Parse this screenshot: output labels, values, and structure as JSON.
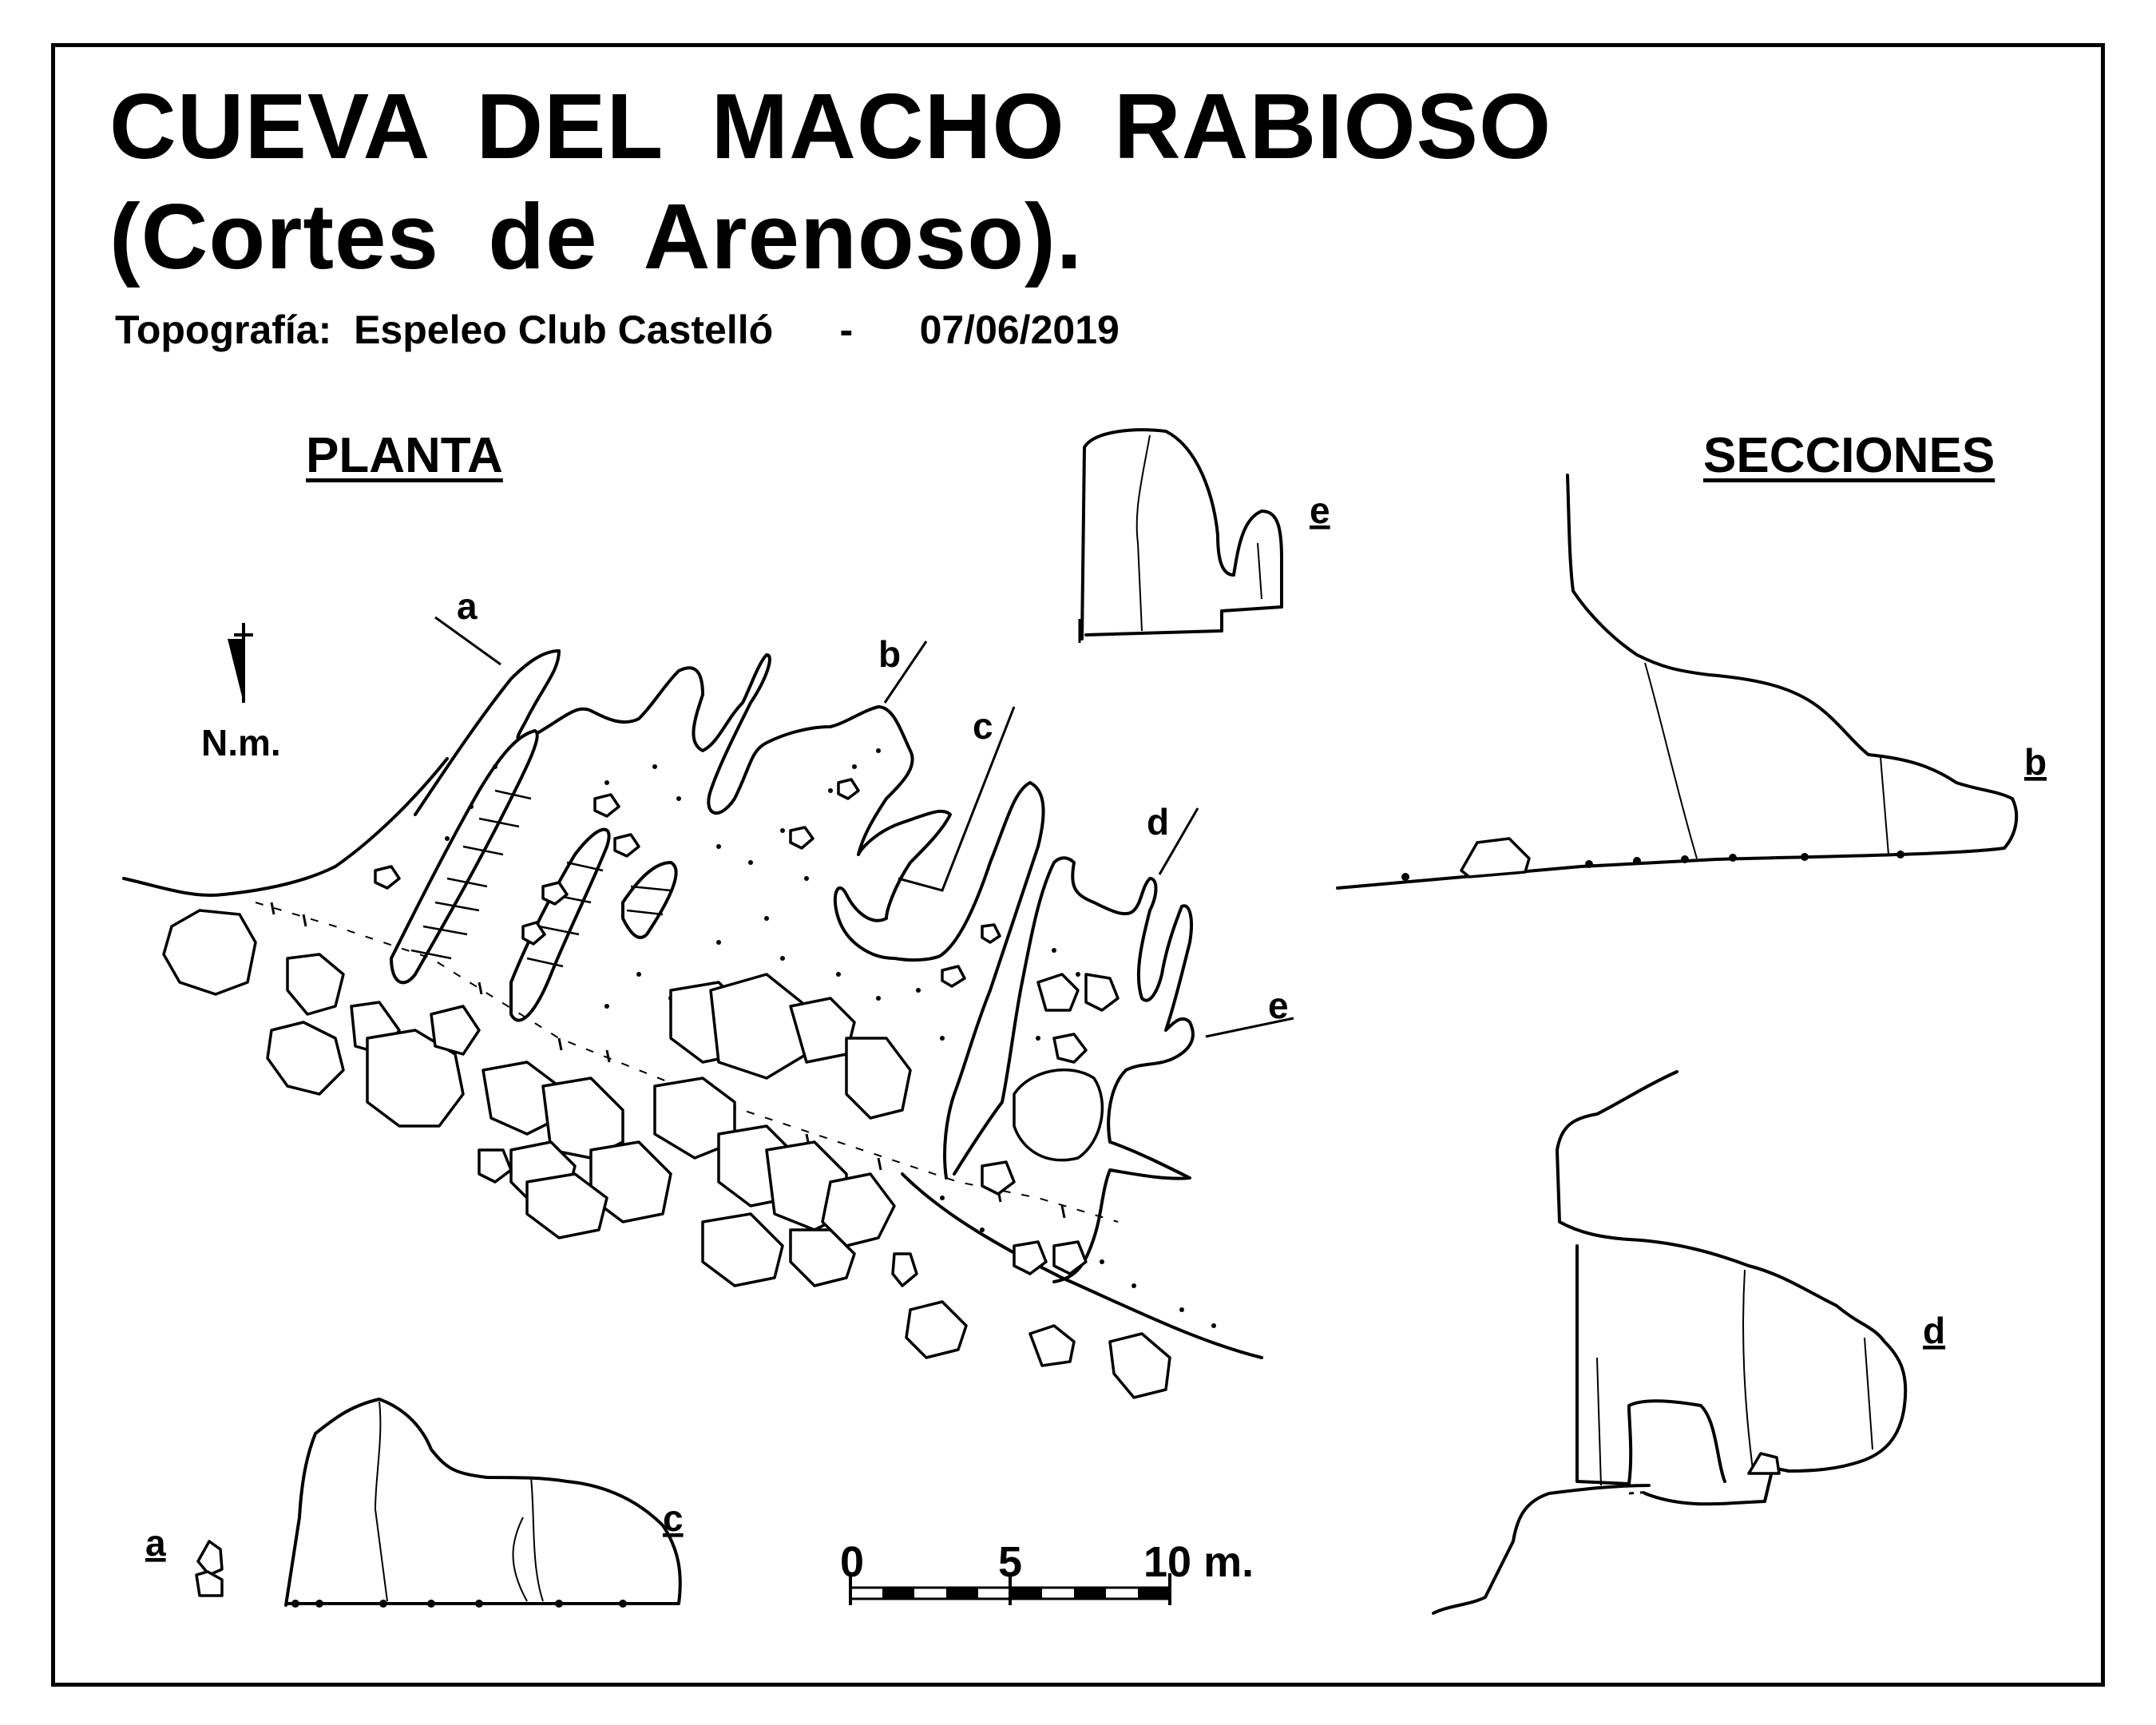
{
  "title_line1": "CUEVA DEL MACHO RABIOSO",
  "title_line2": "(Cortes de Arenoso).",
  "credit": {
    "label": "Topografía:",
    "author": "Espeleo Club Castelló",
    "separator": "-",
    "date": "07/06/2019"
  },
  "plan_heading": "PLANTA",
  "sections_heading": "SECCIONES",
  "north_label": "N.m.",
  "section_labels": {
    "a": "a",
    "b": "b",
    "c": "c",
    "d": "d",
    "e": "e"
  },
  "scale_bar": {
    "tick0": "0",
    "tick5": "5",
    "tick10": "10 m."
  }
}
